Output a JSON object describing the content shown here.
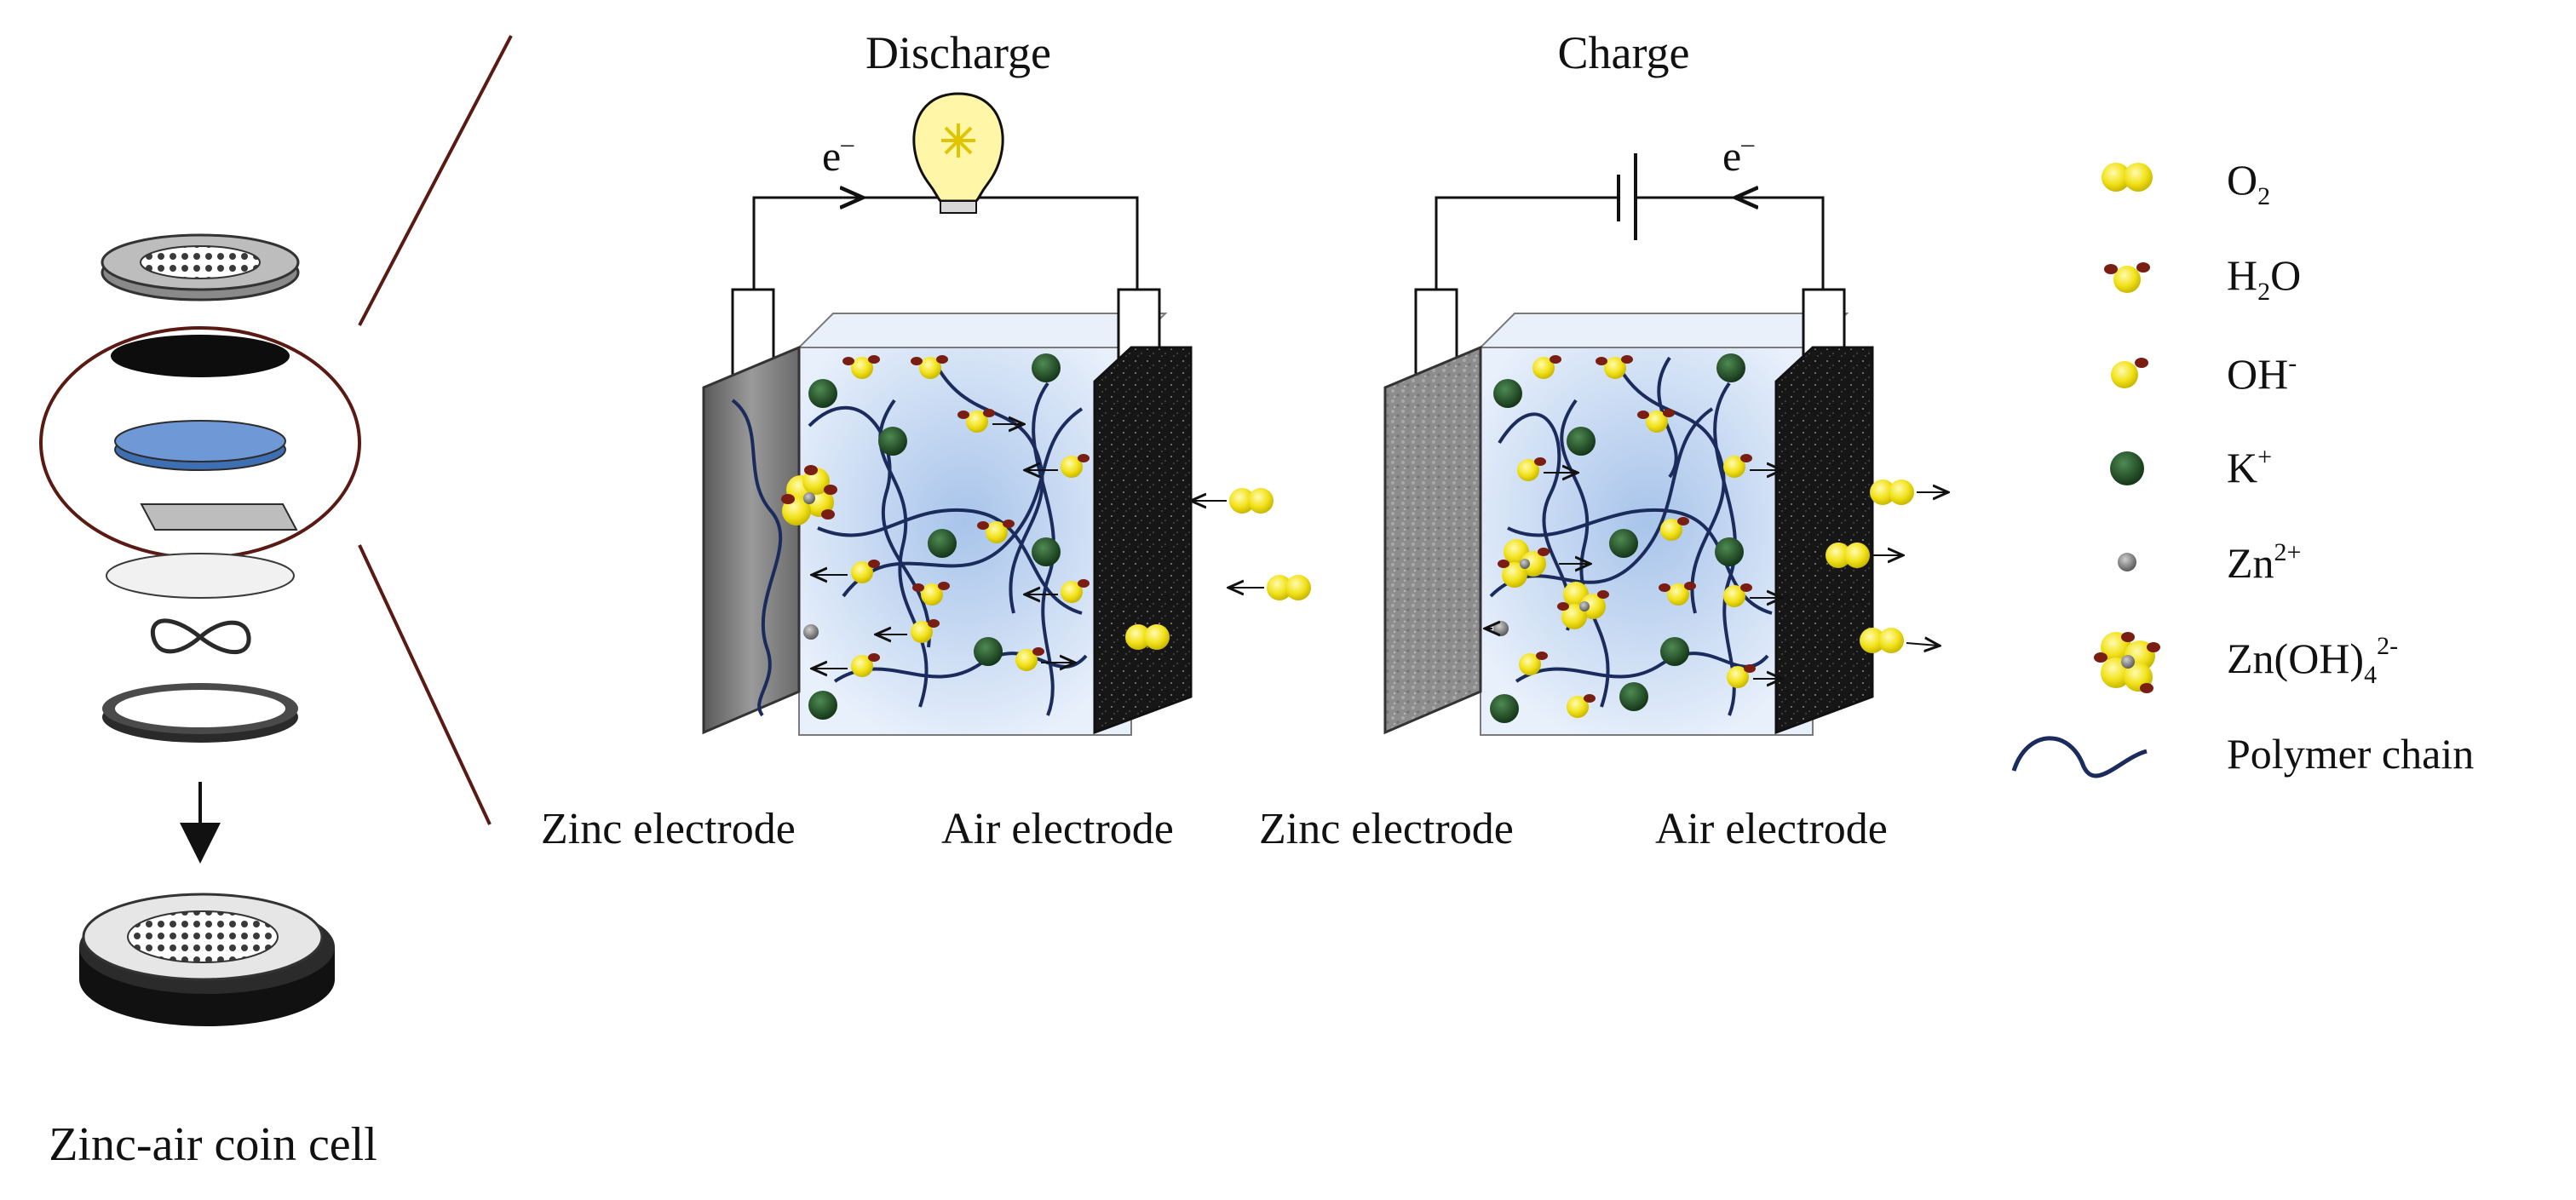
{
  "coin_cell": {
    "caption": "Zinc-air coin cell"
  },
  "cells": [
    {
      "title": "Discharge",
      "electron": "e",
      "electron_sign": "–",
      "left_electrode": "Zinc electrode",
      "right_electrode": "Air electrode"
    },
    {
      "title": "Charge",
      "electron": "e",
      "electron_sign": "–",
      "left_electrode": "Zinc electrode",
      "right_electrode": "Air electrode"
    }
  ],
  "legend": {
    "o2": {
      "base": "O",
      "sub": "2"
    },
    "h2o": {
      "pre": "H",
      "sub": "2",
      "post": "O"
    },
    "oh": {
      "base": "OH",
      "sup": "-"
    },
    "k": {
      "base": "K",
      "sup": "+"
    },
    "zn": {
      "base": "Zn",
      "sup": "2+"
    },
    "zinc_hydroxide": {
      "base": "Zn(OH)",
      "sub": "4",
      "sup": "2-"
    },
    "polymer": {
      "label": "Polymer chain"
    }
  },
  "colors": {
    "oxygen": "#f2e21a",
    "water_h": "#7a1d12",
    "potassium": "#1f4d22",
    "zinc_ion": "#7d7d7d",
    "polymer": "#1a2b5c",
    "gel_tint": "#c8d9ef",
    "coin_blue": "#6f98d6",
    "zinc_plate": "#6e6e6e",
    "air_plate": "#161616"
  }
}
